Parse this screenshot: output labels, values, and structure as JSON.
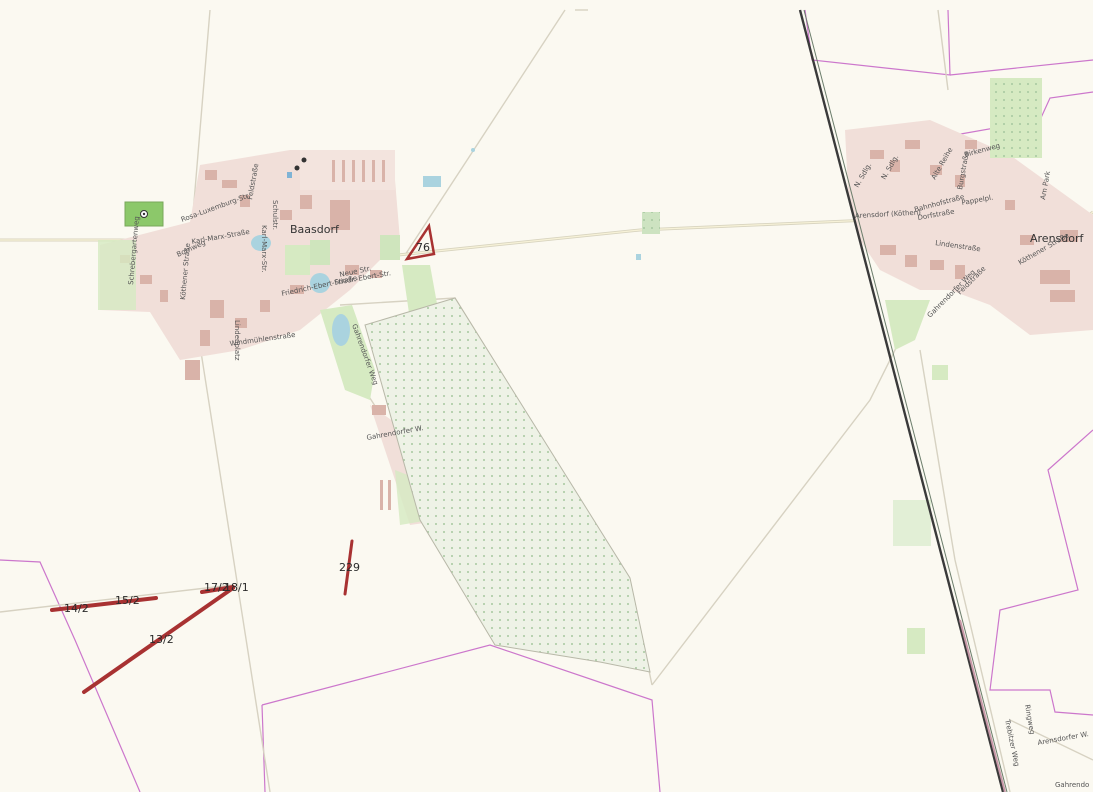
{
  "map": {
    "places": {
      "baasdorf": "Baasdorf",
      "arensdorf": "Arensdorf"
    },
    "streets": {
      "rosa_luxemburg": "Rosa-Luxemburg-Str.",
      "karl_marx": "Karl-Marx-Straße",
      "karl_marx_2": "Karl-Marx-Str.",
      "feldstrasse": "Feldstraße",
      "schulstr": "Schulstr.",
      "bornweg": "Bornweg",
      "koethener": "Köthener Straße",
      "schrebergarten": "Schrebergartenweg",
      "friedrich_ebert": "Friedrich-Ebert-Straße",
      "friedrich_ebert_2": "Friedr.-Ebert-Str.",
      "neue_str": "Neue Str.",
      "windmuehlen": "Windmühlenstraße",
      "gahrendorfer_weg": "Gahrendorfer Weg",
      "gahrendorfer_w": "Gahrendorfer W.",
      "n_sdlg_1": "N. Sdlg.",
      "n_sdlg_2": "N. Sdlg.",
      "alte_reihe": "Alte Reihe",
      "birkenweg": "Birkenweg",
      "bahnhofstrasse": "Bahnhofstraße",
      "burgstrasse": "Burgstraße",
      "dorfstrasse": "Dorfstraße",
      "pappelpl": "Pappelpl.",
      "arensdorf_station": "Arensdorf (Köthen)",
      "lindenstrasse": "Lindenstraße",
      "feldstrasse_2": "Feldstraße",
      "ani_park": "Am Park",
      "koethener_strasse_2": "Köthener Straße",
      "gahrendorfer_weg_2": "Gahrendorfer Weg",
      "arensdorfer_w": "Arensdorfer W.",
      "ringweg": "Ringweg",
      "trebitzer_weg": "Trebitzer Weg",
      "gahrendo": "Gahrendo",
      "lindenplatz": "Lindenplatz"
    },
    "parcels": {
      "p76": "76",
      "p229": "229",
      "p14_2": "14/2",
      "p15_2": "15/2",
      "p13_2": "13/2",
      "p17_2": "17/2",
      "p18_1": "18/1"
    },
    "colors": {
      "background": "#fbf9f1",
      "border": "#cc66cc",
      "road": "#d8d8c8",
      "railway": "#444444",
      "settlement": "#f1dfd9",
      "buildings": "#d9b3a9",
      "green": "#d6eac2",
      "water": "#aad3df",
      "parcel": "#a83232"
    },
    "icons": {
      "sports": "soccer-field-icon",
      "pois": "poi-cluster-icon"
    }
  }
}
